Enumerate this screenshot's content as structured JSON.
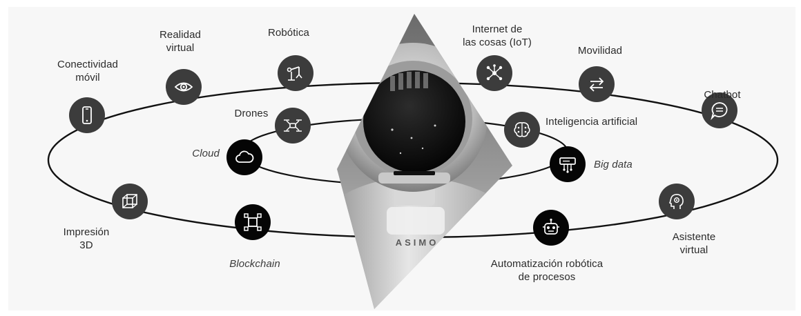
{
  "technologies": [
    {
      "name": "Conectividad\nmóvil",
      "icon": "smartphone-icon",
      "tone": "gray"
    },
    {
      "name": "Realidad\nvirtual",
      "icon": "eye-icon",
      "tone": "gray"
    },
    {
      "name": "Robótica",
      "icon": "robotic-arm-icon",
      "tone": "gray"
    },
    {
      "name": "Internet de\nlas cosas (IoT)",
      "icon": "network-nodes-icon",
      "tone": "gray"
    },
    {
      "name": "Movilidad",
      "icon": "arrows-exchange-icon",
      "tone": "gray"
    },
    {
      "name": "Chatbot",
      "icon": "chat-bubble-icon",
      "tone": "gray"
    },
    {
      "name": "Drones",
      "icon": "drone-icon",
      "tone": "gray"
    },
    {
      "name": "Inteligencia artificial",
      "icon": "brain-icon",
      "tone": "gray"
    },
    {
      "name": "Cloud",
      "icon": "cloud-icon",
      "tone": "black",
      "italic": true
    },
    {
      "name": "Big data",
      "icon": "server-icon",
      "tone": "black",
      "italic": true
    },
    {
      "name": "Impresión\n3D",
      "icon": "cube-icon",
      "tone": "gray"
    },
    {
      "name": "Blockchain",
      "icon": "blockchain-icon",
      "tone": "black",
      "italic": true
    },
    {
      "name": "Automatización robótica\nde procesos",
      "icon": "robot-head-icon",
      "tone": "black"
    },
    {
      "name": "Asistente\nvirtual",
      "icon": "head-gear-icon",
      "tone": "gray"
    }
  ],
  "center_image": {
    "name": "astronaut-robot-image",
    "printed_text": "ASIMO"
  },
  "colors": {
    "ring": "#111111",
    "node_gray": "#3c3c3c",
    "node_black": "#050505",
    "panel": "#f7f7f7"
  }
}
